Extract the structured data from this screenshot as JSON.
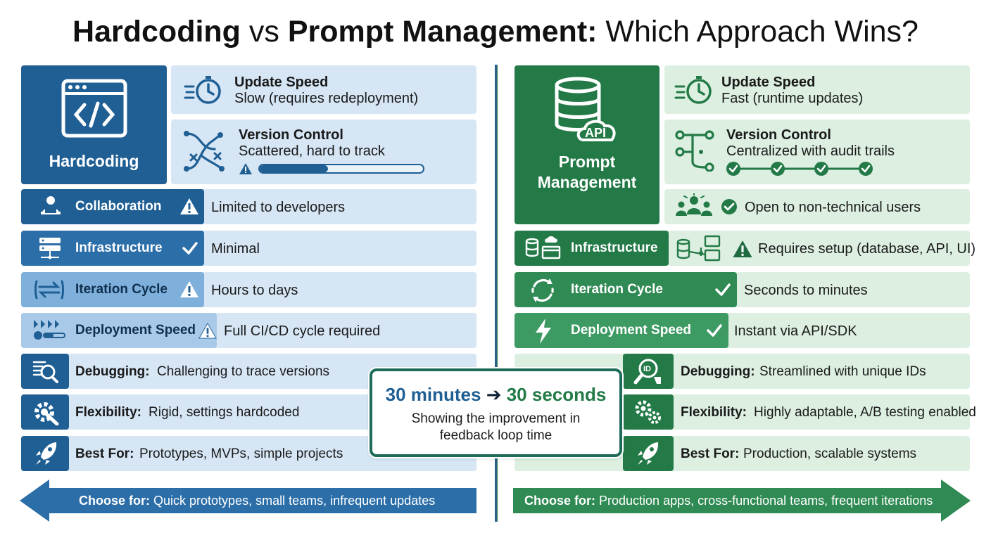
{
  "title": {
    "part1": "Hardcoding",
    "part2": " vs ",
    "part3": "Prompt Management:",
    "part4": " Which Approach Wins?"
  },
  "colors": {
    "blue_dark": "#1f5f94",
    "blue_mid": "#2b6ea8",
    "blue_light": "#d6e6f5",
    "green_dark": "#237a47",
    "green_mid": "#2f8a53",
    "green_light": "#dcefe1"
  },
  "left": {
    "hero_label": "Hardcoding",
    "update_speed": {
      "title": "Update Speed",
      "value": "Slow (requires redeployment)"
    },
    "version_control": {
      "title": "Version Control",
      "value": "Scattered, hard to track",
      "progress": 0.42
    },
    "rows": [
      {
        "label": "Collaboration",
        "status": "warning",
        "value": "Limited to developers"
      },
      {
        "label": "Infrastructure",
        "status": "check",
        "value": "Minimal"
      },
      {
        "label": "Iteration Cycle",
        "status": "warning",
        "value": "Hours to days"
      },
      {
        "label": "Deployment Speed",
        "status": "warning",
        "value": "Full CI/CD cycle required"
      }
    ],
    "bottom": [
      {
        "label": "Debugging:",
        "value": "Challenging to trace versions",
        "icon": "search-code-icon"
      },
      {
        "label": "Flexibility:",
        "value": "Rigid, settings hardcoded",
        "icon": "gear-wrench-icon"
      },
      {
        "label": "Best For:",
        "value": "Prototypes, MVPs, simple projects",
        "icon": "rocket-icon"
      }
    ],
    "choose": {
      "label": "Choose for:",
      "value": "Quick prototypes, small teams, infrequent updates"
    }
  },
  "right": {
    "hero_label_1": "Prompt",
    "hero_label_2": "Management",
    "hero_badge": "API",
    "update_speed": {
      "title": "Update Speed",
      "value": "Fast (runtime updates)"
    },
    "version_control": {
      "title": "Version Control",
      "value": "Centralized with audit trails"
    },
    "collab": {
      "value": "Open to non-technical users"
    },
    "rows": [
      {
        "label": "Infrastructure",
        "status": "warning",
        "value": "Requires setup (database, API, UI)"
      },
      {
        "label": "Iteration Cycle",
        "status": "check",
        "value": "Seconds to minutes"
      },
      {
        "label": "Deployment Speed",
        "status": "check",
        "value": "Instant via API/SDK"
      }
    ],
    "bottom": [
      {
        "label": "Debugging:",
        "value": "Streamlined with unique IDs",
        "icon": "id-search-icon"
      },
      {
        "label": "Flexibility:",
        "value": "Highly adaptable, A/B testing enabled",
        "icon": "gears-icon"
      },
      {
        "label": "Best For:",
        "value": "Production, scalable systems",
        "icon": "rocket-icon"
      }
    ],
    "choose": {
      "label": "Choose for:",
      "value": "Production apps, cross-functional teams, frequent iterations"
    }
  },
  "callout": {
    "headline_a": "30 minutes",
    "arrow": "➔",
    "headline_b": "30 seconds",
    "line1": "Showing the improvement in",
    "line2": "feedback loop time"
  }
}
